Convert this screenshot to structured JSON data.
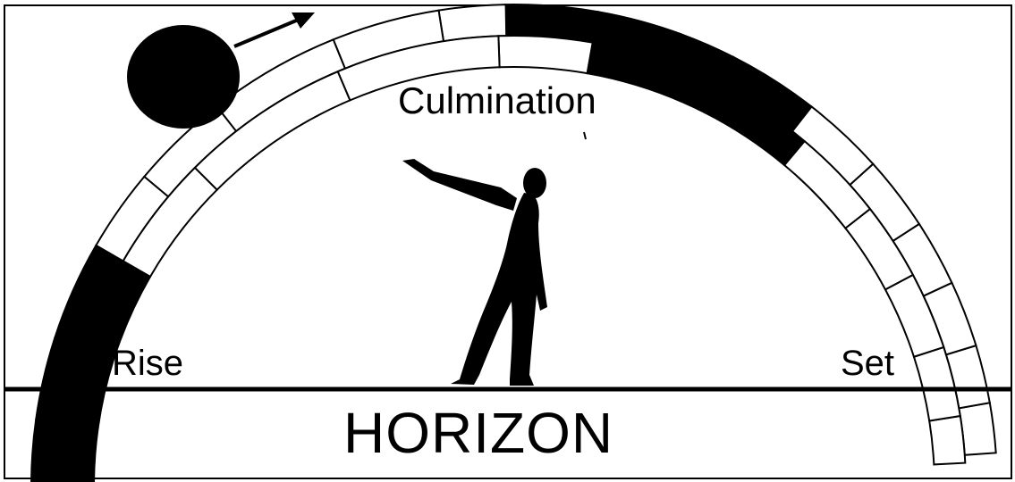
{
  "labels": {
    "culmination": "Culmination",
    "rise": "Rise",
    "set": "Set",
    "horizon": "HORIZON"
  },
  "icons": {
    "sun": "filled-circle",
    "motion_arrow": "arrow-right",
    "observer": "pointing-person-silhouette"
  },
  "colors": {
    "ink": "#000000",
    "paper": "#ffffff"
  }
}
